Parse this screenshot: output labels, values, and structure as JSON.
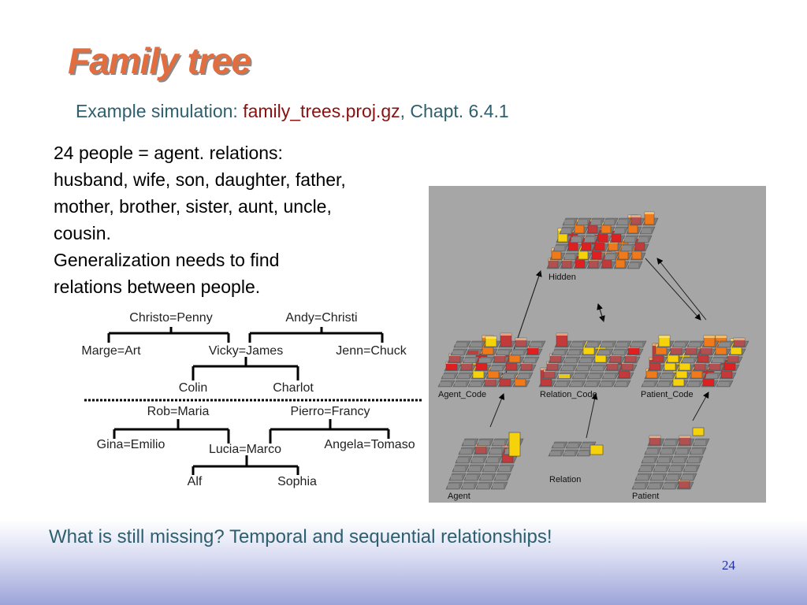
{
  "slide": {
    "title": "Family tree",
    "subtitle_prefix": "Example simulation: ",
    "subtitle_file": "family_trees.proj.gz",
    "subtitle_suffix": ", Chapt. 6.4.1",
    "body_lines": [
      "24 people = agent. relations:",
      "husband, wife, son, daughter, father,",
      "mother, brother, sister, aunt, uncle,",
      "cousin.",
      "Generalization needs to find",
      "relations between people."
    ],
    "question": "What is still missing?  Temporal and sequential relationships!",
    "page_number": "24"
  },
  "family_tree": {
    "nodes": {
      "christo_penny": "Christo=Penny",
      "andy_christi": "Andy=Christi",
      "marge_art": "Marge=Art",
      "vicky_james": "Vicky=James",
      "jenn_chuck": "Jenn=Chuck",
      "colin": "Colin",
      "charlot": "Charlot",
      "rob_maria": "Rob=Maria",
      "pierro_francy": "Pierro=Francy",
      "gina_emilio": "Gina=Emilio",
      "lucia_marco": "Lucia=Marco",
      "angela_tomaso": "Angela=Tomaso",
      "alf": "Alf",
      "sophia": "Sophia"
    }
  },
  "network": {
    "layers": {
      "hidden": "Hidden",
      "agent_code": "Agent_Code",
      "relation_code": "Relation_Code",
      "patient_code": "Patient_Code",
      "agent": "Agent",
      "relation": "Relation",
      "patient": "Patient"
    },
    "colors": {
      "background": "#a6a6a6",
      "red": "#e02020",
      "orange": "#f07a1a",
      "yellow": "#f5d20a",
      "grid": "#777777"
    }
  }
}
